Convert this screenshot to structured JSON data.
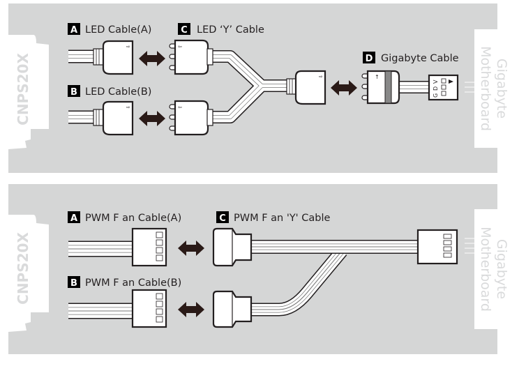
{
  "colors": {
    "panel": "#d5d6d6",
    "ink": "#231f20",
    "arrow": "#2a1a17",
    "ghost_text": "#d9dadb"
  },
  "led_panel": {
    "side_label": "CNPS20X",
    "motherboard_label_line1": "Gigabyte",
    "motherboard_label_line2": "Motherboard",
    "items": [
      {
        "badge": "A",
        "label": "LED Cable(A)"
      },
      {
        "badge": "B",
        "label": "LED Cable(B)"
      },
      {
        "badge": "C",
        "label": "LED ‘Y’ Cable"
      },
      {
        "badge": "D",
        "label": "Gigabyte Cable"
      }
    ],
    "pin_labels": [
      "G",
      "D",
      "V"
    ]
  },
  "pwm_panel": {
    "side_label": "CNPS20X",
    "motherboard_label_line1": "Gigabyte",
    "motherboard_label_line2": "Motherboard",
    "items": [
      {
        "badge": "A",
        "label": "PWM F an Cable(A)"
      },
      {
        "badge": "B",
        "label": "PWM F an Cable(B)"
      },
      {
        "badge": "C",
        "label": "PWM F an 'Y' Cable"
      }
    ]
  },
  "icons": {
    "connection": "double-arrow-icon"
  }
}
